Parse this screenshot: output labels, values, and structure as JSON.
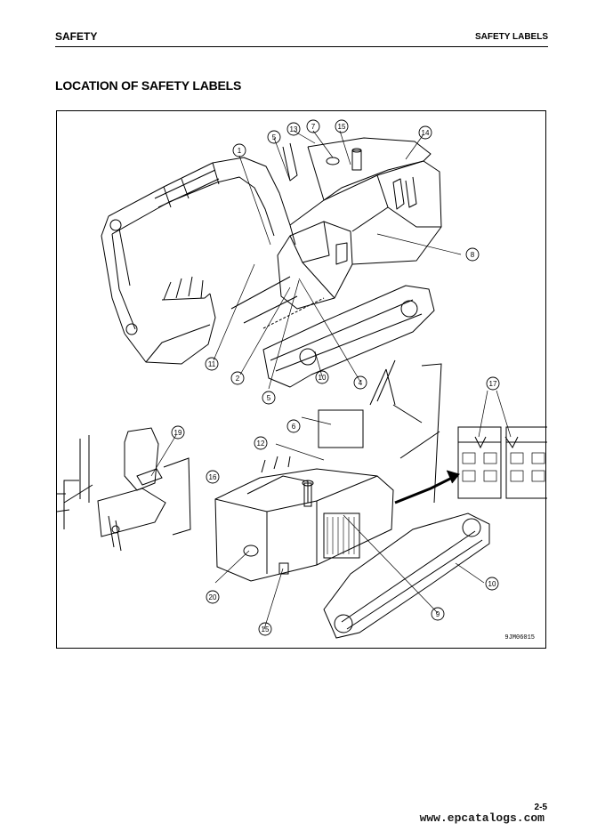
{
  "header": {
    "left": "SAFETY",
    "right": "SAFETY LABELS"
  },
  "title": "LOCATION OF SAFETY LABELS",
  "figure": {
    "code": "9JM06015",
    "callouts": [
      "1",
      "2",
      "4",
      "5",
      "5",
      "6",
      "7",
      "8",
      "9",
      "10",
      "10",
      "11",
      "12",
      "13",
      "14",
      "15",
      "15",
      "16",
      "17",
      "19",
      "20"
    ]
  },
  "footer": {
    "page": "2-5"
  },
  "watermark": "www.epcatalogs.com"
}
